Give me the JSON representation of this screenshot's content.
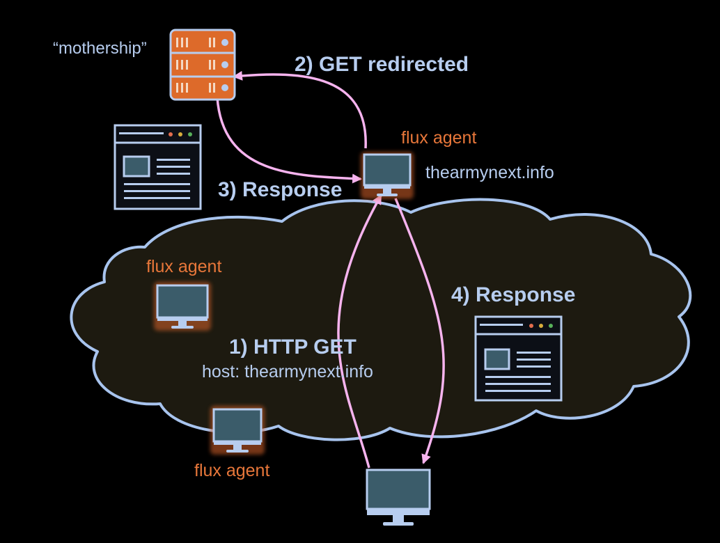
{
  "colors": {
    "background": "#000000",
    "cloud_fill": "#1d1a10",
    "cloud_stroke": "#a8c4ee",
    "arrow": "#f6b3ee",
    "agent_text": "#e8773a",
    "label_text": "#b7cdef",
    "server_fill": "#dd6a2a",
    "monitor_glow": "#d8642a",
    "monitor_screen": "#3b5c6a"
  },
  "labels": {
    "mothership": "“mothership”",
    "step2": "2) GET redirected",
    "step3": "3) Response",
    "step4": "4) Response",
    "step1": "1) HTTP GET",
    "step1_host": "host: thearmynext.info",
    "agent_top": "flux agent",
    "agent_left": "flux agent",
    "agent_bottom": "flux agent",
    "domain": "thearmynext.info"
  },
  "icons": {
    "server": "server-icon",
    "browser_window": "browser-window-icon",
    "monitor": "monitor-icon"
  }
}
